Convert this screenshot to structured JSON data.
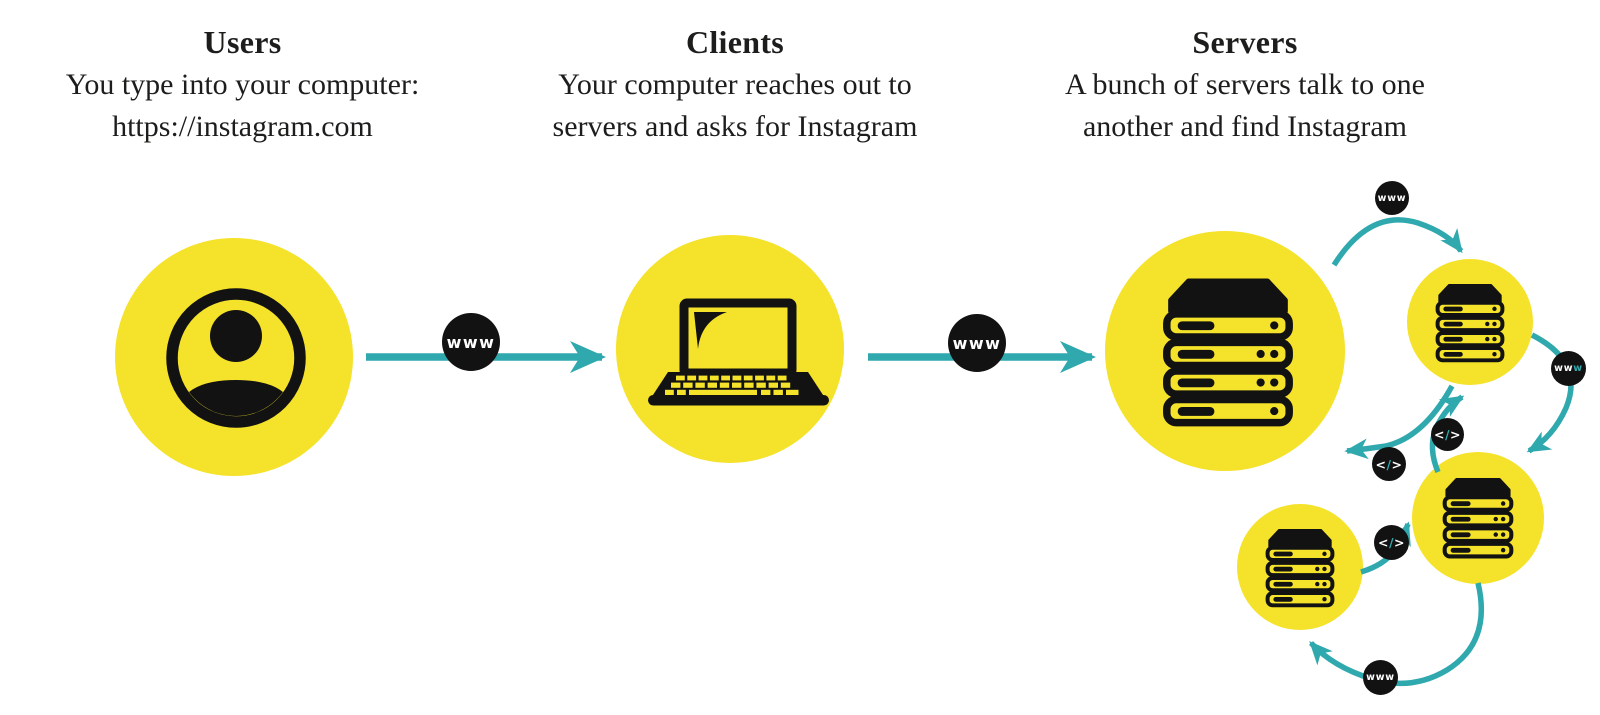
{
  "columns": [
    {
      "title": "Users",
      "line1": "You type into your computer:",
      "line2": "https://instagram.com"
    },
    {
      "title": "Clients",
      "line1": "Your computer reaches out to",
      "line2": "servers and asks for Instagram"
    },
    {
      "title": "Servers",
      "line1": "A bunch of servers talk to one",
      "line2": "another and find Instagram"
    }
  ],
  "labels": {
    "www": "www",
    "www_white": "ww",
    "www_teal": "w",
    "code_lt": "<",
    "code_slash": "/",
    "code_gt": ">"
  },
  "icons": {
    "user": "user-icon",
    "laptop": "laptop-icon",
    "server": "server-rack-icon",
    "www_badge": "www-badge",
    "code_badge": "code-badge"
  },
  "colors": {
    "yellow": "#F5E22A",
    "teal": "#2FA9AE",
    "black": "#121212",
    "text": "#1D1D1B",
    "badge_text": "#FFFFFF"
  }
}
